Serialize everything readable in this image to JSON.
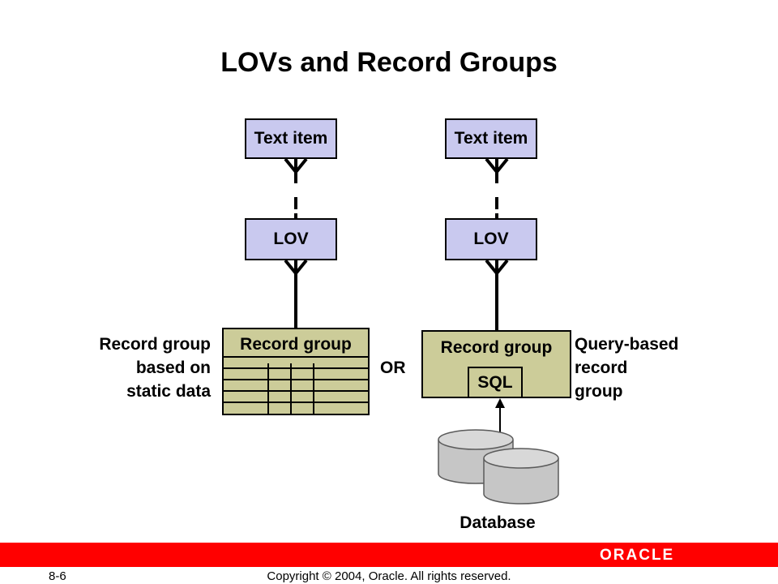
{
  "title": "LOVs and Record Groups",
  "left": {
    "text_item": "Text item",
    "lov": "LOV",
    "record_group": "Record group",
    "description": [
      "Record group",
      "based on",
      "static data"
    ]
  },
  "right": {
    "text_item": "Text item",
    "lov": "LOV",
    "record_group": "Record group",
    "sql": "SQL",
    "description": [
      "Query-based",
      "record",
      "group"
    ],
    "database": "Database"
  },
  "or_label": "OR",
  "footer": {
    "page": "8-6",
    "copyright": "Copyright © 2004, Oracle.  All rights reserved.",
    "logo": "ORACLE"
  },
  "colors": {
    "item_fill": "#c9c9ef",
    "record_group_fill": "#cccc99",
    "database_fill": "#c6c6c6",
    "footer_bar": "#ff0000"
  }
}
